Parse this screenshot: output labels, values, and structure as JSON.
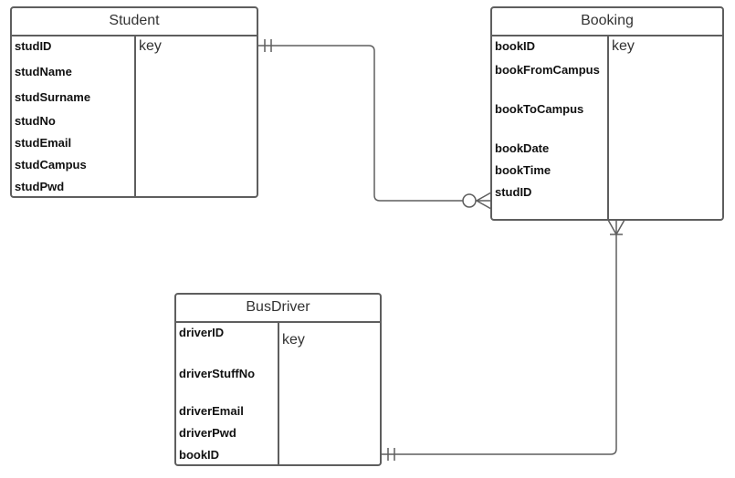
{
  "entities": {
    "student": {
      "title": "Student",
      "key_label": "key",
      "attributes": [
        "studID",
        "studName",
        "studSurname",
        "studNo",
        "studEmail",
        "studCampus",
        "studPwd"
      ]
    },
    "booking": {
      "title": "Booking",
      "key_label": "key",
      "attributes": [
        "bookID",
        "bookFromCampus",
        "bookToCampus",
        "bookDate",
        "bookTime",
        "studID"
      ]
    },
    "busdriver": {
      "title": "BusDriver",
      "key_label": "key",
      "attributes": [
        "driverID",
        "driverStuffNo",
        "driverEmail",
        "driverPwd",
        "bookID"
      ]
    }
  },
  "relationships": [
    {
      "from": "Student",
      "to": "Booking",
      "from_cardinality": "one-and-only-one",
      "to_cardinality": "zero-or-many"
    },
    {
      "from": "BusDriver",
      "to": "Booking",
      "from_cardinality": "one-and-only-one",
      "to_cardinality": "one-or-many"
    }
  ],
  "colors": {
    "stroke": "#5e5e5e",
    "background": "#ffffff",
    "text": "#111111"
  }
}
